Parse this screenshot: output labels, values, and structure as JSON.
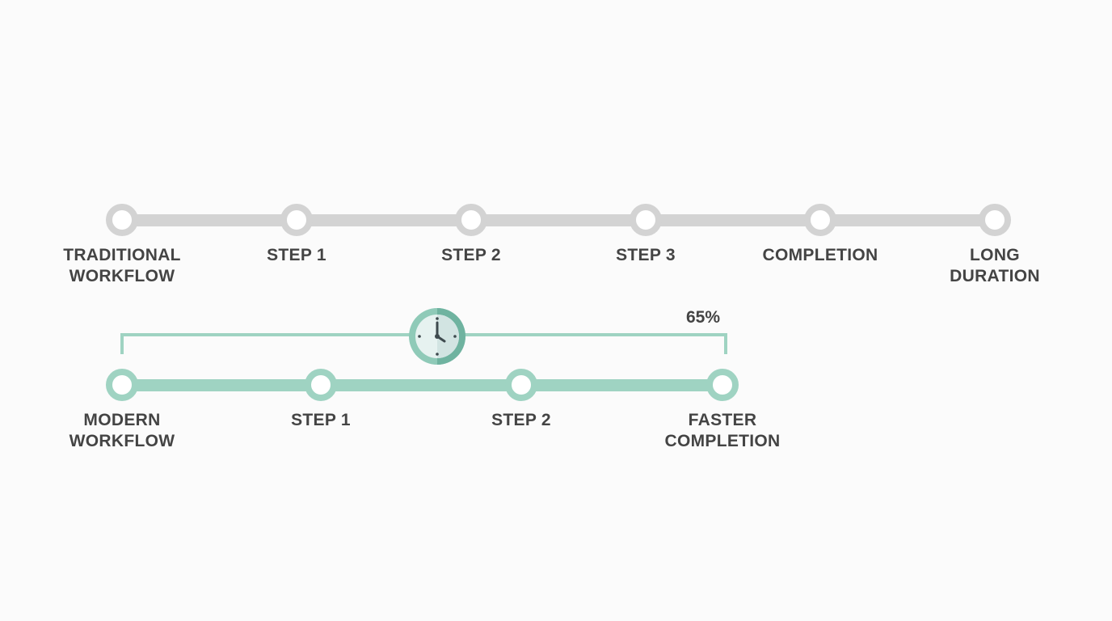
{
  "colors": {
    "traditional_track": "#d3d3d3",
    "modern_track": "#9fd3c2",
    "label_text": "#444444",
    "background": "#fbfbfb"
  },
  "traditional": {
    "nodes": [
      {
        "lines": [
          "TRADITIONAL",
          "WORKFLOW"
        ]
      },
      {
        "lines": [
          "STEP 1"
        ]
      },
      {
        "lines": [
          "STEP 2"
        ]
      },
      {
        "lines": [
          "STEP 3"
        ]
      },
      {
        "lines": [
          "COMPLETION"
        ]
      },
      {
        "lines": [
          "LONG",
          "DURATION"
        ]
      }
    ]
  },
  "modern": {
    "nodes": [
      {
        "lines": [
          "MODERN",
          "WORKFLOW"
        ]
      },
      {
        "lines": [
          "STEP 1"
        ]
      },
      {
        "lines": [
          "STEP 2"
        ]
      },
      {
        "lines": [
          "FASTER",
          "COMPLETION"
        ]
      }
    ]
  },
  "savings": {
    "percent_label": "65%",
    "icon": "clock-icon"
  }
}
